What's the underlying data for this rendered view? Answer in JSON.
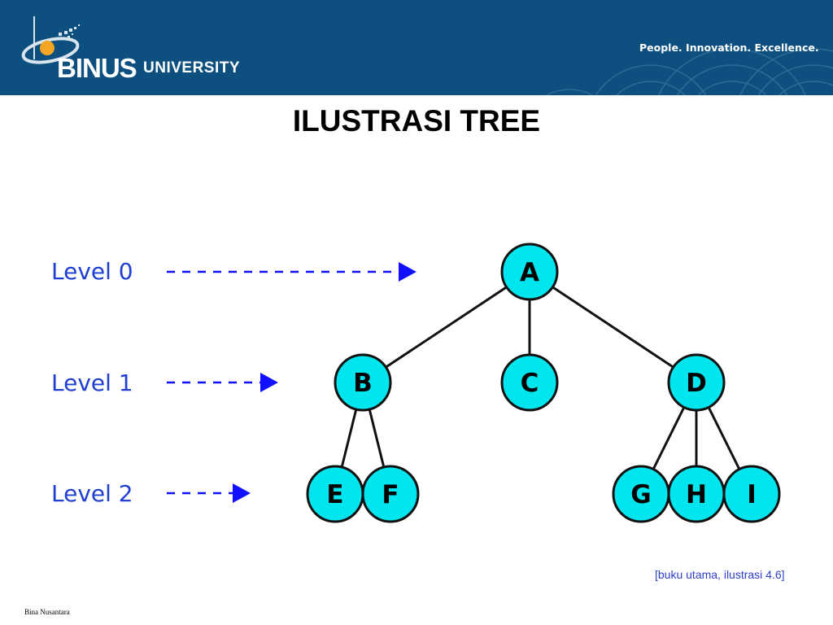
{
  "header": {
    "logo_main": "BINUS",
    "logo_sub": "UNIVERSITY",
    "tagline": "People. Innovation. Excellence."
  },
  "title": "ILUSTRASI TREE",
  "levels": [
    {
      "label": "Level 0"
    },
    {
      "label": "Level 1"
    },
    {
      "label": "Level 2"
    }
  ],
  "tree": {
    "nodes": [
      {
        "id": "A",
        "label": "A",
        "level": 0
      },
      {
        "id": "B",
        "label": "B",
        "level": 1
      },
      {
        "id": "C",
        "label": "C",
        "level": 1
      },
      {
        "id": "D",
        "label": "D",
        "level": 1
      },
      {
        "id": "E",
        "label": "E",
        "level": 2
      },
      {
        "id": "F",
        "label": "F",
        "level": 2
      },
      {
        "id": "G",
        "label": "G",
        "level": 2
      },
      {
        "id": "H",
        "label": "H",
        "level": 2
      },
      {
        "id": "I",
        "label": "I",
        "level": 2
      }
    ],
    "edges": [
      [
        "A",
        "B"
      ],
      [
        "A",
        "C"
      ],
      [
        "A",
        "D"
      ],
      [
        "B",
        "E"
      ],
      [
        "B",
        "F"
      ],
      [
        "D",
        "G"
      ],
      [
        "D",
        "H"
      ],
      [
        "D",
        "I"
      ]
    ]
  },
  "colors": {
    "header_bg": "#0d4f7e",
    "node_fill": "#00e5ee",
    "level_text": "#1f3fd4",
    "arrow": "#1010ff"
  },
  "caption": "[buku utama, ilustrasi 4.6]",
  "footer": "Bina Nusantara"
}
